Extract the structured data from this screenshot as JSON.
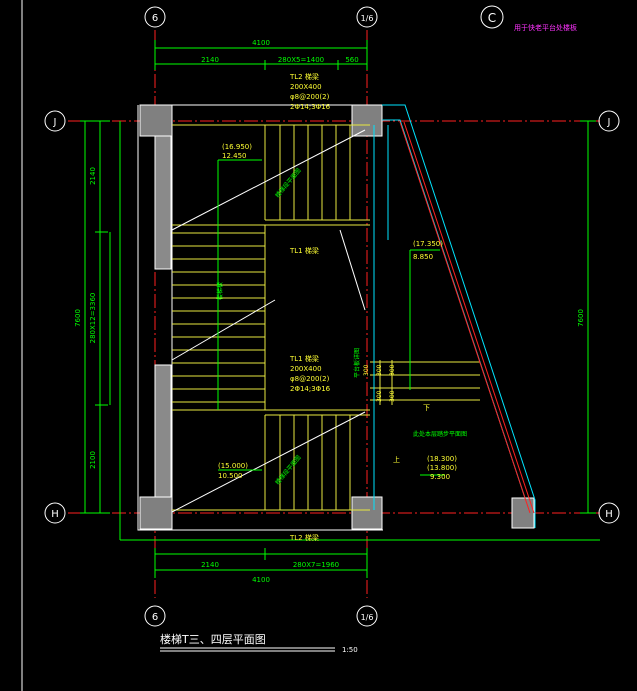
{
  "drawing": {
    "title": "楼梯T三、四层平面图",
    "scale": "1:50",
    "note_magenta": "用于快老平台处楼板",
    "section_mark": "C"
  },
  "axes": {
    "top_left": "6",
    "top_right": "1/6",
    "bottom_left": "6",
    "bottom_right": "1/6",
    "left_top": "J",
    "right_top": "J",
    "left_bottom": "H",
    "right_bottom": "H"
  },
  "dimensions": {
    "top_total": "4100",
    "top_a": "2140",
    "top_b": "280X5=1400",
    "top_c": "560",
    "bottom_a": "2140",
    "bottom_b": "280X7=1960",
    "bottom_total": "4100",
    "left_top": "2140",
    "left_mid": "280X12=3360",
    "left_bottom": "2100",
    "left_total": "7600",
    "right_total": "7600",
    "landing_widths": [
      "300",
      "300",
      "300"
    ],
    "landing_widths_b": [
      "300",
      "300"
    ]
  },
  "labels": {
    "tl2_top_name": "TL2  梯梁",
    "tl2_top_size": "200X400",
    "tl2_top_stirrup": "φ8@200(2)",
    "tl2_top_bars": "2Φ14;3Φ16",
    "level_top_a": "(16.950)",
    "level_top_b": "12.450",
    "tl1_top": "TL1  梯梁",
    "level_right_a": "(17.350)",
    "level_right_b": "8.850",
    "tl1_mid_name": "TL1  梯梁",
    "tl1_mid_size": "200X400",
    "tl1_mid_stirrup": "φ8@200(2)",
    "tl1_mid_bars": "2Φ14;3Φ16",
    "level_bot_a": "(15.000)",
    "level_bot_b": "10.500",
    "level_br_a": "(18.300)",
    "level_br_b": "(13.800)",
    "level_br_c": "9.300",
    "tl2_bottom": "TL2  梯梁",
    "stair_top": "楼梯段平面图",
    "stair_bot": "楼梯段平面图",
    "stair_mid": "平台板详图",
    "landing_note": "此处本层踏步平面图",
    "flight_label": "楼梯板",
    "up_mark": "上",
    "down_mark": "下"
  },
  "colors": {
    "background": "#000000",
    "grid_red": "#ff2020",
    "dim_green": "#00ff00",
    "text_yellow": "#ffff33",
    "stair_yellow": "#e8e840",
    "cyan": "#00e5ff",
    "column_gray": "#808080",
    "magenta": "#ff33ff",
    "white": "#ffffff"
  }
}
